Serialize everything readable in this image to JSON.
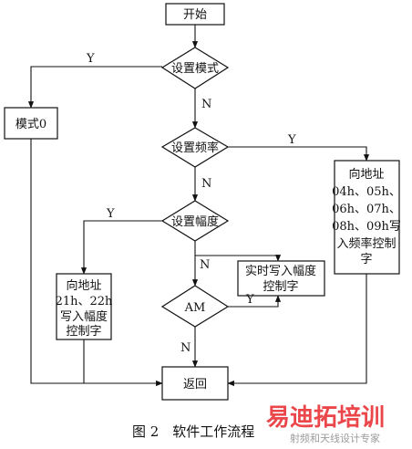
{
  "nodes": {
    "start": "开始",
    "set_mode": "设置模式",
    "mode0": "模式0",
    "set_freq": "设置频率",
    "freq_addr": [
      "向地址",
      "04h、05h、",
      "06h、07h、",
      "08h、09h写",
      "入频率控制",
      "字"
    ],
    "set_amp": "设置幅度",
    "amp_addr": [
      "向地址",
      "21h、22h",
      "写入幅度",
      "控制字"
    ],
    "realtime": [
      "实时写入幅度",
      "控制字"
    ],
    "am": "AM",
    "return": "返回"
  },
  "labels": {
    "y": "Y",
    "n": "N"
  },
  "caption": "图 2　软件工作流程",
  "watermark": {
    "brand": "易迪拓培训",
    "slogan": "射频和天线设计专家",
    "brand_color": "#e8262b"
  }
}
